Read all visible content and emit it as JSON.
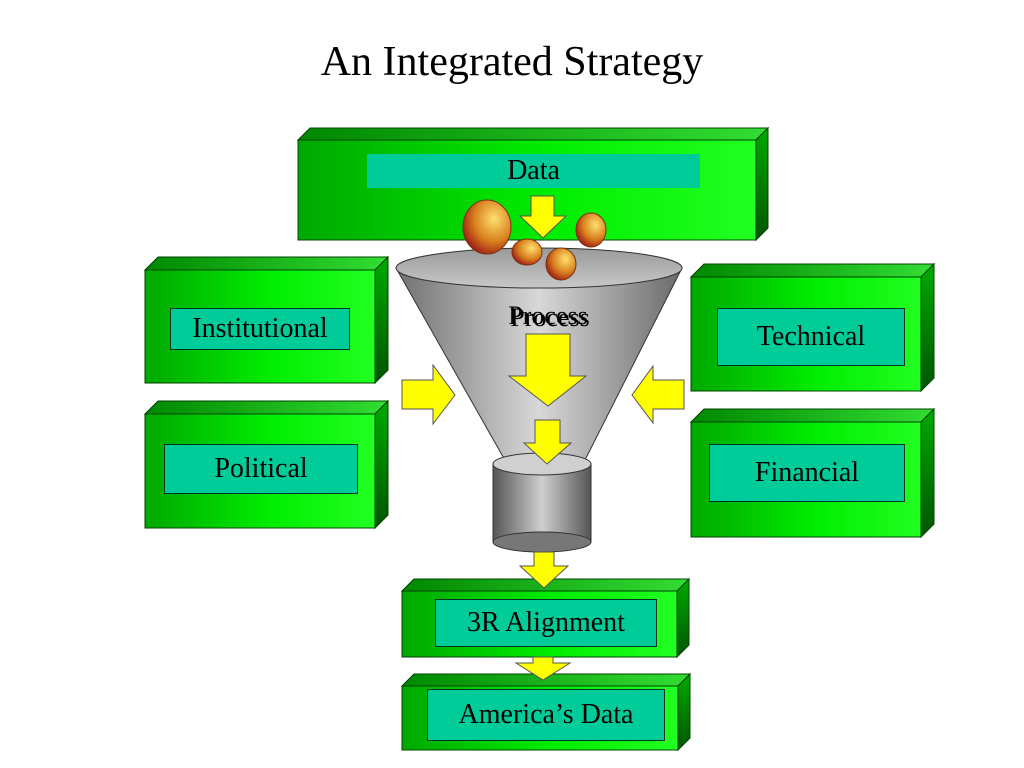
{
  "slide": {
    "title": "An Integrated Strategy"
  },
  "diagram": {
    "data_label": "Data",
    "process_label": "Process",
    "left_boxes": [
      {
        "label": "Institutional"
      },
      {
        "label": "Political"
      }
    ],
    "right_boxes": [
      {
        "label": "Technical"
      },
      {
        "label": "Financial"
      }
    ],
    "output_boxes": [
      {
        "label": "3R Alignment"
      },
      {
        "label": "America’s Data"
      }
    ]
  },
  "colors": {
    "box_green": "#00dd00",
    "box_dark_green": "#007700",
    "label_fill": "#00cc99",
    "arrow_yellow": "#ffff00",
    "funnel_gray": "#a0a0a0",
    "ball_orange": "#e8a020"
  }
}
